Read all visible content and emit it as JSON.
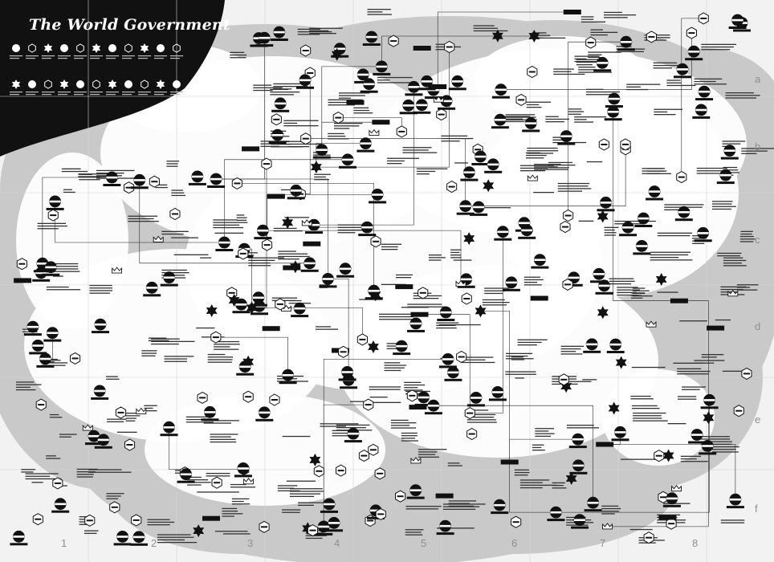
{
  "title": "The World Government",
  "column_labels": [
    "1",
    "2",
    "3",
    "4",
    "5",
    "6",
    "7",
    "8"
  ],
  "row_labels": [
    "a",
    "b",
    "c",
    "d",
    "e",
    "f"
  ],
  "colors": {
    "background": "#f2f2f2",
    "blob": "#c9c9c9",
    "field": "#ffffff",
    "node_dark": "#111111",
    "node_light": "#ffffff",
    "edge": "#1a1a1a",
    "title_panel": "#111111",
    "grid_label": "#8f8f8f"
  },
  "icons": [
    "globe-node-icon",
    "hexagon-node-icon",
    "star-node-icon",
    "crown-node-icon",
    "banner-label-icon",
    "arrow-icon"
  ]
}
